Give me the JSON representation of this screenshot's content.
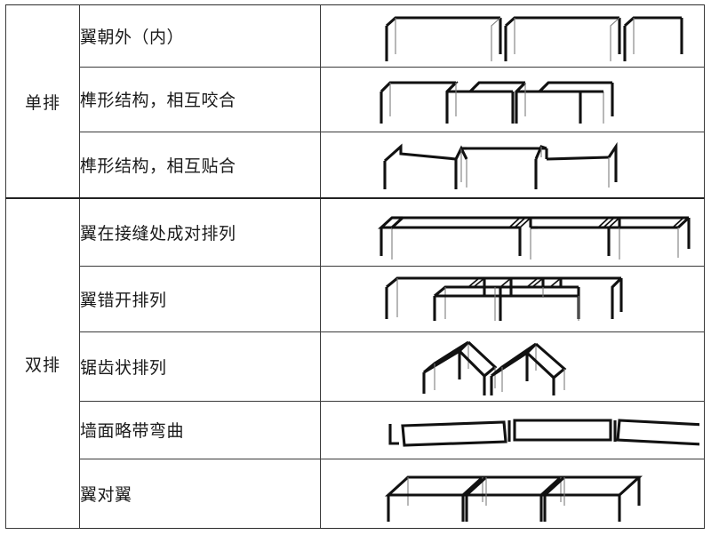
{
  "table": {
    "groups": [
      {
        "name": "单排",
        "rows": [
          {
            "label": "翼朝外（内）",
            "figure": "u-shaped-segments-outward"
          },
          {
            "label": "榫形结构，相互咬合",
            "figure": "tenon-interlocking-segments"
          },
          {
            "label": "榫形结构，相互贴合",
            "figure": "tenon-abutting-segments"
          }
        ]
      },
      {
        "name": "双排",
        "rows": [
          {
            "label": "翼在接缝处成对排列",
            "figure": "double-row-paired-at-joint"
          },
          {
            "label": "翼错开排列",
            "figure": "double-row-staggered"
          },
          {
            "label": "锯齿状排列",
            "figure": "double-row-sawtooth"
          },
          {
            "label": "墙面略带弯曲",
            "figure": "double-row-curved-wall"
          },
          {
            "label": "翼对翼",
            "figure": "double-row-wing-to-wing"
          }
        ]
      }
    ]
  },
  "style": {
    "line_color": "#111111",
    "border_color": "#2b2b2b",
    "background": "#ffffff"
  }
}
